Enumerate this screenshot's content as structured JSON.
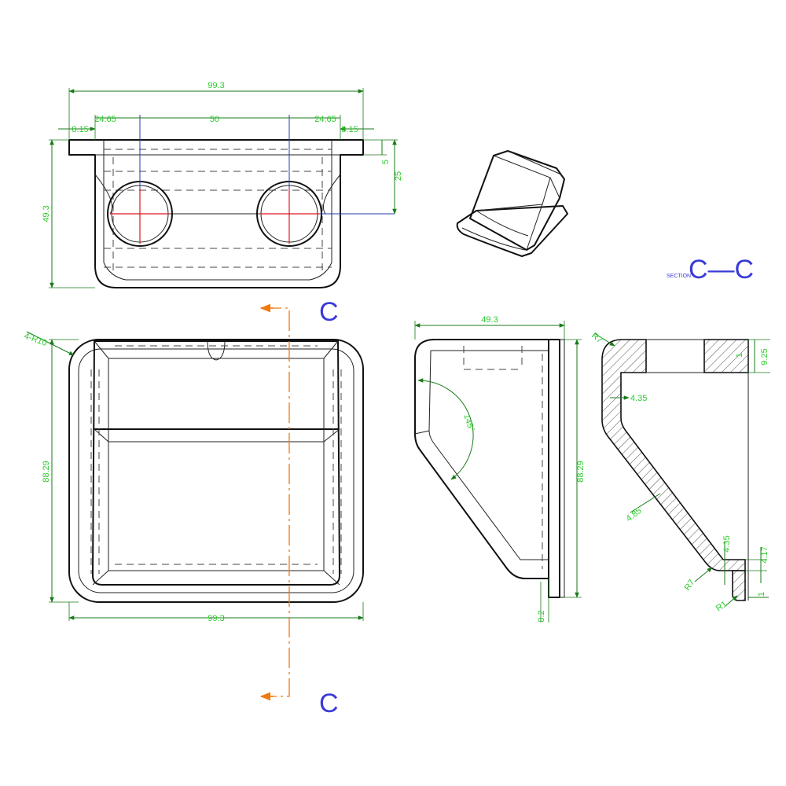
{
  "top_view": {
    "width_overall": "99.3",
    "pitch_left": "24.65",
    "pitch_center": "50",
    "pitch_right": "24.65",
    "flange_left": "8.15",
    "flange_right": "8.15",
    "height_overall": "49.3",
    "flange_thickness": "5",
    "hole_center_height": "25"
  },
  "front_view": {
    "corner_radius": "4-R10",
    "height": "88.29",
    "width": "99.3"
  },
  "side_view": {
    "depth": "49.3",
    "angle": "145°",
    "height": "88.29",
    "flange": "8.2"
  },
  "section_view": {
    "label_prefix": "SECTION",
    "label": "C—C",
    "r_top": "R7",
    "top_depth": "9.25",
    "wall": "4.35",
    "slope_wall": "4.85",
    "bottom_wall": "4.35",
    "lip": "4.17",
    "r_bottom": "R7",
    "r_small": "R1",
    "lip_thickness": "1"
  },
  "cut_plane": {
    "top_letter": "C",
    "bottom_letter": "C"
  },
  "colors": {
    "dimension": "#2ecc2e",
    "center_mark": "#e0141e",
    "cut_line": "#f07a10",
    "section_label": "#3a3ad8"
  }
}
